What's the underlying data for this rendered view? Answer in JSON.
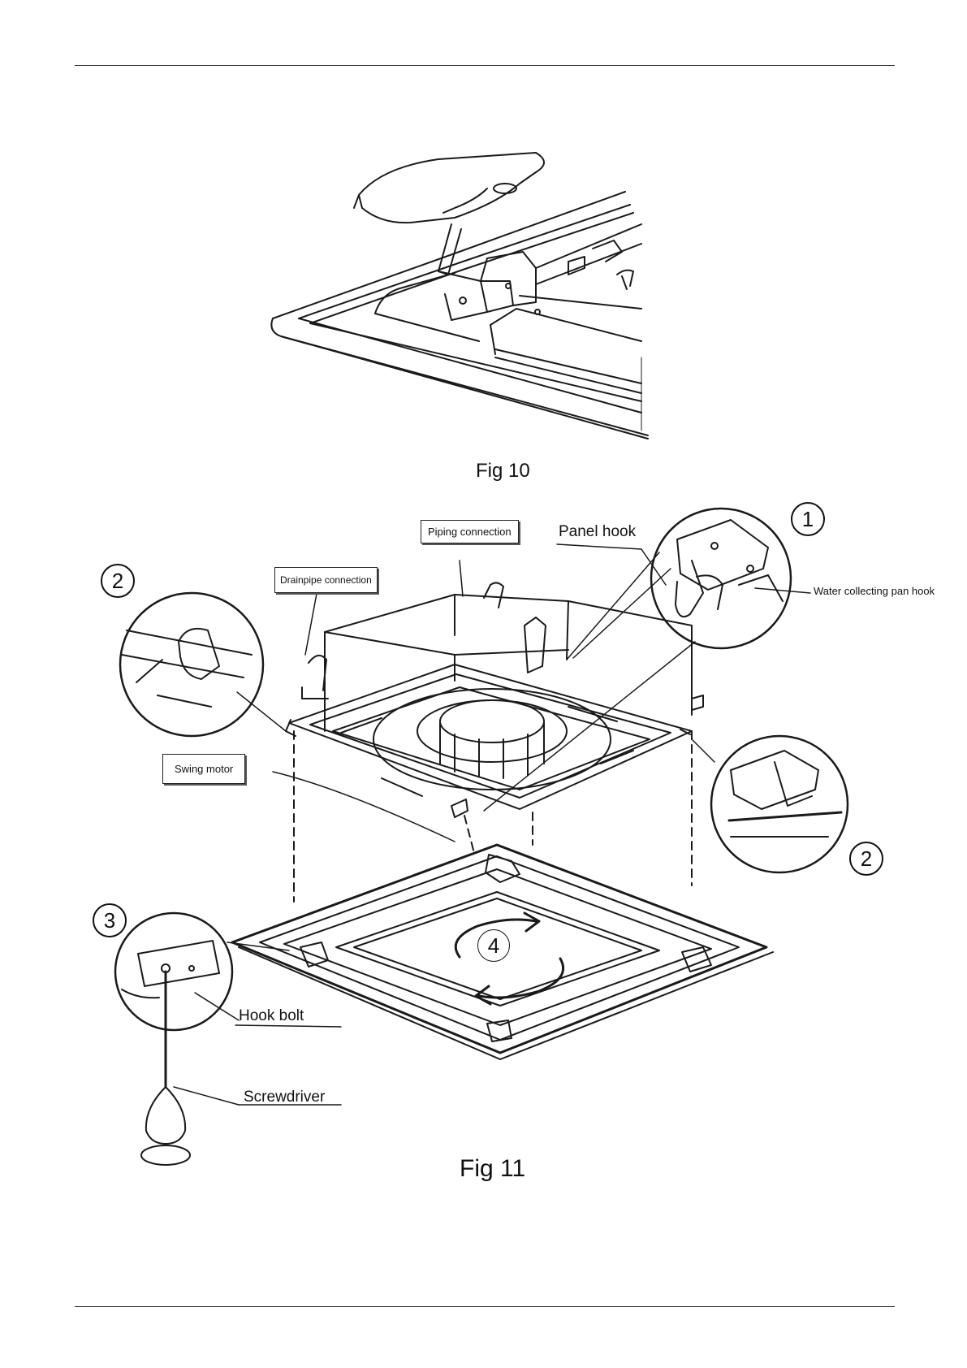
{
  "figures": {
    "fig10": {
      "caption": "Fig 10"
    },
    "fig11": {
      "caption": "Fig 11",
      "labels": {
        "piping_connection": "Piping connection",
        "panel_hook": "Panel hook",
        "drainpipe_connection": "Drainpipe connection",
        "water_collecting_pan_hook": "Water collecting pan hook",
        "swing_motor": "Swing motor",
        "hook_bolt": "Hook bolt",
        "screwdriver": "Screwdriver"
      },
      "callouts": [
        "1",
        "2",
        "2",
        "3",
        "4"
      ]
    }
  }
}
